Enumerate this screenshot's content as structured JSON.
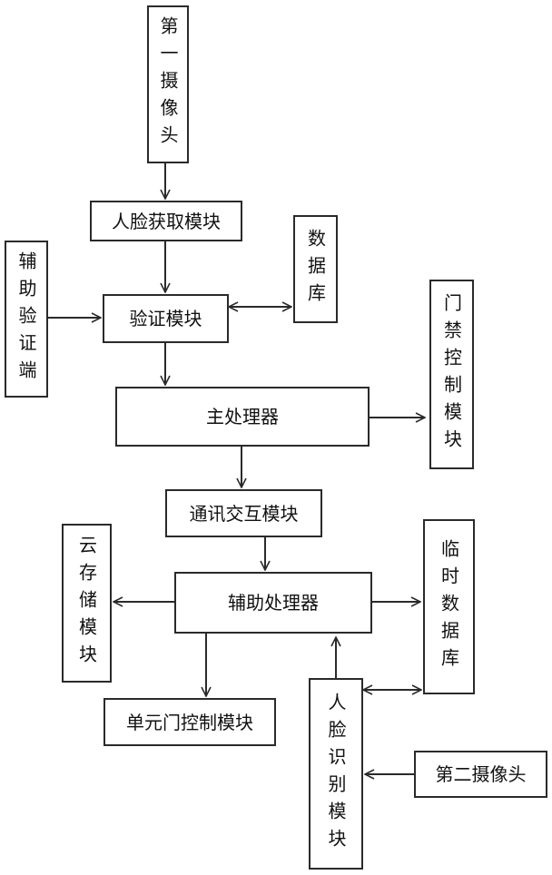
{
  "nodes": {
    "camera1": "第一摄像头",
    "face_capture": "人脸获取模块",
    "database": "数据库",
    "aux_verify": "辅助验证端",
    "verify": "验证模块",
    "access_control": "门禁控制模块",
    "main_processor": "主处理器",
    "comm": "通讯交互模块",
    "cloud_storage": "云存储模块",
    "aux_processor": "辅助处理器",
    "temp_db": "临时数据库",
    "unit_door": "单元门控制模块",
    "face_recog": "人脸识别模块",
    "camera2": "第二摄像头"
  },
  "colors": {
    "stroke": "#2a2a2a",
    "background": "#ffffff"
  }
}
